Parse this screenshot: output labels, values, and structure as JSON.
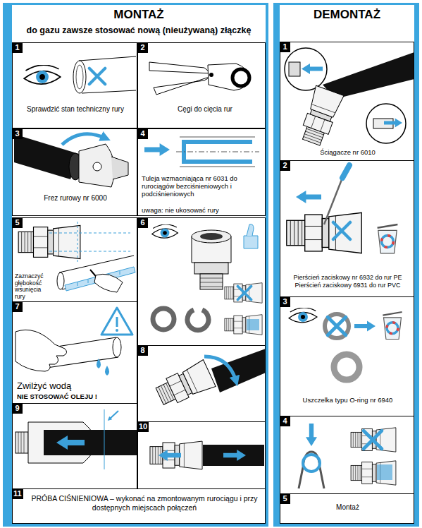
{
  "diagram": {
    "nodes": [
      {
        "text": [
          "MONTAŻ",
          "do gazu zawsze stosować nową (nieużywaną) złączkę"
        ]
      },
      {
        "text": [
          "1",
          "Sprawdzić stan techniczny rury"
        ],
        "in": 0
      },
      {
        "text": [
          "2",
          "Cęgi do cięcia rur"
        ],
        "in": 0
      },
      {
        "text": [
          "3",
          "Frez rurowy nr 6000"
        ],
        "in": 0
      },
      {
        "text": [
          "4",
          "Tuleja wzmacniająca nr 6031 do rurociągów bezciśnieniowych i podciśnieniowych",
          "uwaga: nie ukosować rury"
        ],
        "in": 0
      },
      {
        "text": [
          "5",
          "Zaznaczyć głębokość wsunięcia rury"
        ],
        "in": 0
      },
      {
        "text": [
          "6"
        ],
        "in": 0
      },
      {
        "text": [
          "7",
          "Zwilżyć wodą",
          "NIE STOSOWAĆ OLEJU !"
        ],
        "in": 0
      },
      {
        "text": [
          "8"
        ],
        "in": 0
      },
      {
        "text": [
          "9"
        ],
        "in": 0
      },
      {
        "text": [
          "10"
        ],
        "in": 0
      },
      {
        "text": [
          "11",
          "PRÓBA CIŚNIENIOWA – wykonać na zmontowanym rurociągu i przy dostępnych miejscach połączeń"
        ],
        "in": 0
      },
      {
        "text": [
          "DEMONTAŻ"
        ]
      },
      {
        "text": [
          "1",
          "Ściągacze nr 6010"
        ],
        "in": 12
      },
      {
        "text": [
          "2",
          "Pierścień zaciskowy nr 6932 do rur PE Pierścień zaciskowy 6931 do rur PVC"
        ],
        "in": 12
      },
      {
        "text": [
          "3",
          "Uszczelka typu O-ring nr 6940"
        ],
        "in": 12
      },
      {
        "text": [
          "4"
        ],
        "in": 12
      },
      {
        "text": [
          "5",
          "Montaż"
        ],
        "in": 12
      }
    ]
  }
}
